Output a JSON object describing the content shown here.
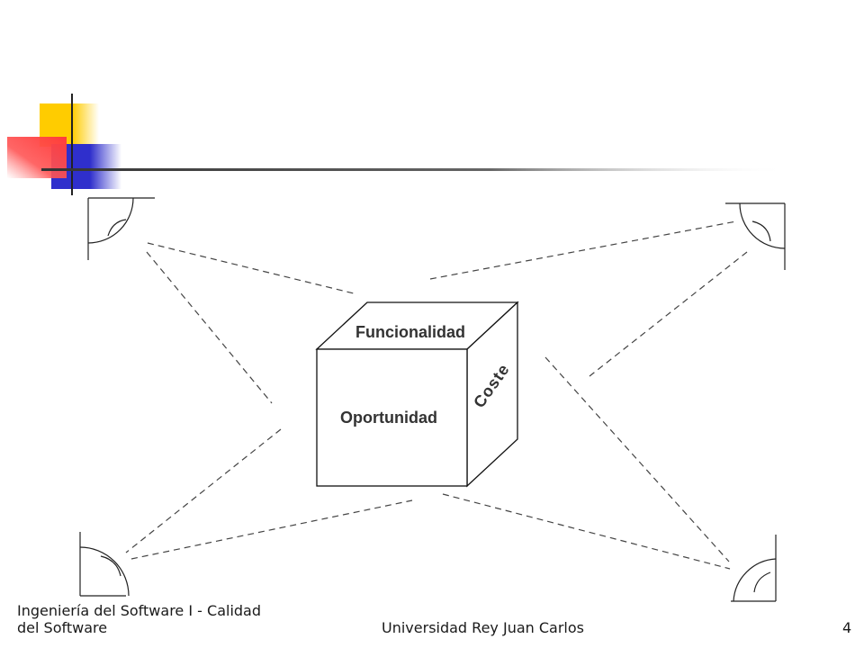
{
  "cube": {
    "top_label": "Funcionalidad",
    "front_label": "Oportunidad",
    "side_label": "Coste"
  },
  "footer": {
    "course": "Ingeniería del Software I - Calidad del Software",
    "university": "Universidad Rey Juan Carlos",
    "page_number": "4"
  },
  "colors": {
    "yellow_square": "#FFCC00",
    "red_square": "#FF3B3B",
    "blue_square": "#2F2FCC",
    "title_line": "#333333"
  },
  "icons": [
    "protractor-icon",
    "protractor-icon",
    "protractor-icon",
    "protractor-icon"
  ]
}
